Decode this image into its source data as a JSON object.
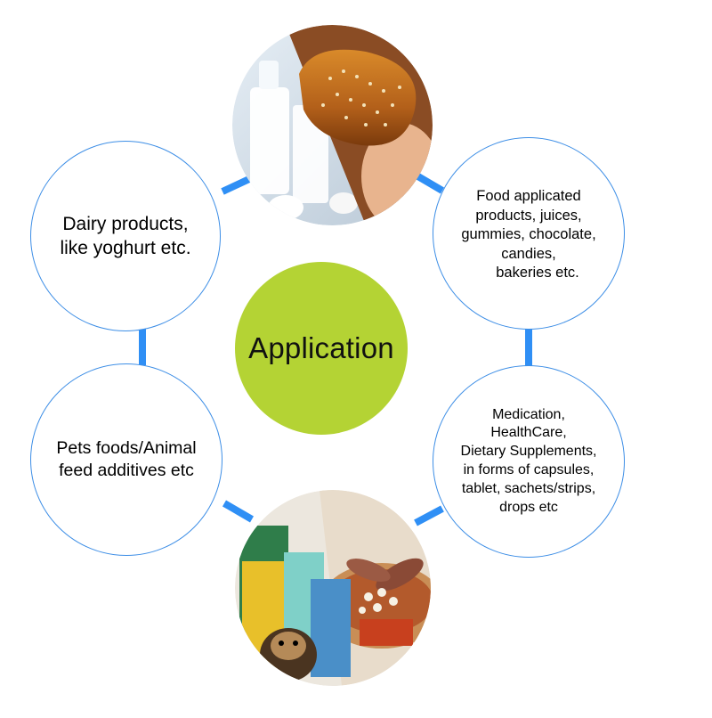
{
  "hub": {
    "label": "Application",
    "color": "#b4d334"
  },
  "nodes": [
    {
      "id": "dairy",
      "label_lines": [
        "Dairy products,",
        "like yoghurt etc."
      ]
    },
    {
      "id": "food",
      "label_lines": [
        "Food applicated",
        "products, juices,",
        "gummies, chocolate,",
        "candies,",
        "bakeries etc."
      ]
    },
    {
      "id": "pets",
      "label_lines": [
        "Pets foods/Animal",
        "feed additives etc"
      ]
    },
    {
      "id": "medication",
      "label_lines": [
        "Medication,",
        "HealthCare,",
        "Dietary Supplements,",
        "in forms of capsules,",
        "tablet, sachets/strips,",
        "drops etc"
      ]
    }
  ],
  "photos": [
    {
      "id": "milk-bread",
      "icon": "milk-bread-image"
    },
    {
      "id": "pets-herbs",
      "icon": "pet-food-herbs-image"
    }
  ],
  "colors": {
    "connector": "#2f8ff5",
    "circle_border": "#3d8ee6"
  }
}
